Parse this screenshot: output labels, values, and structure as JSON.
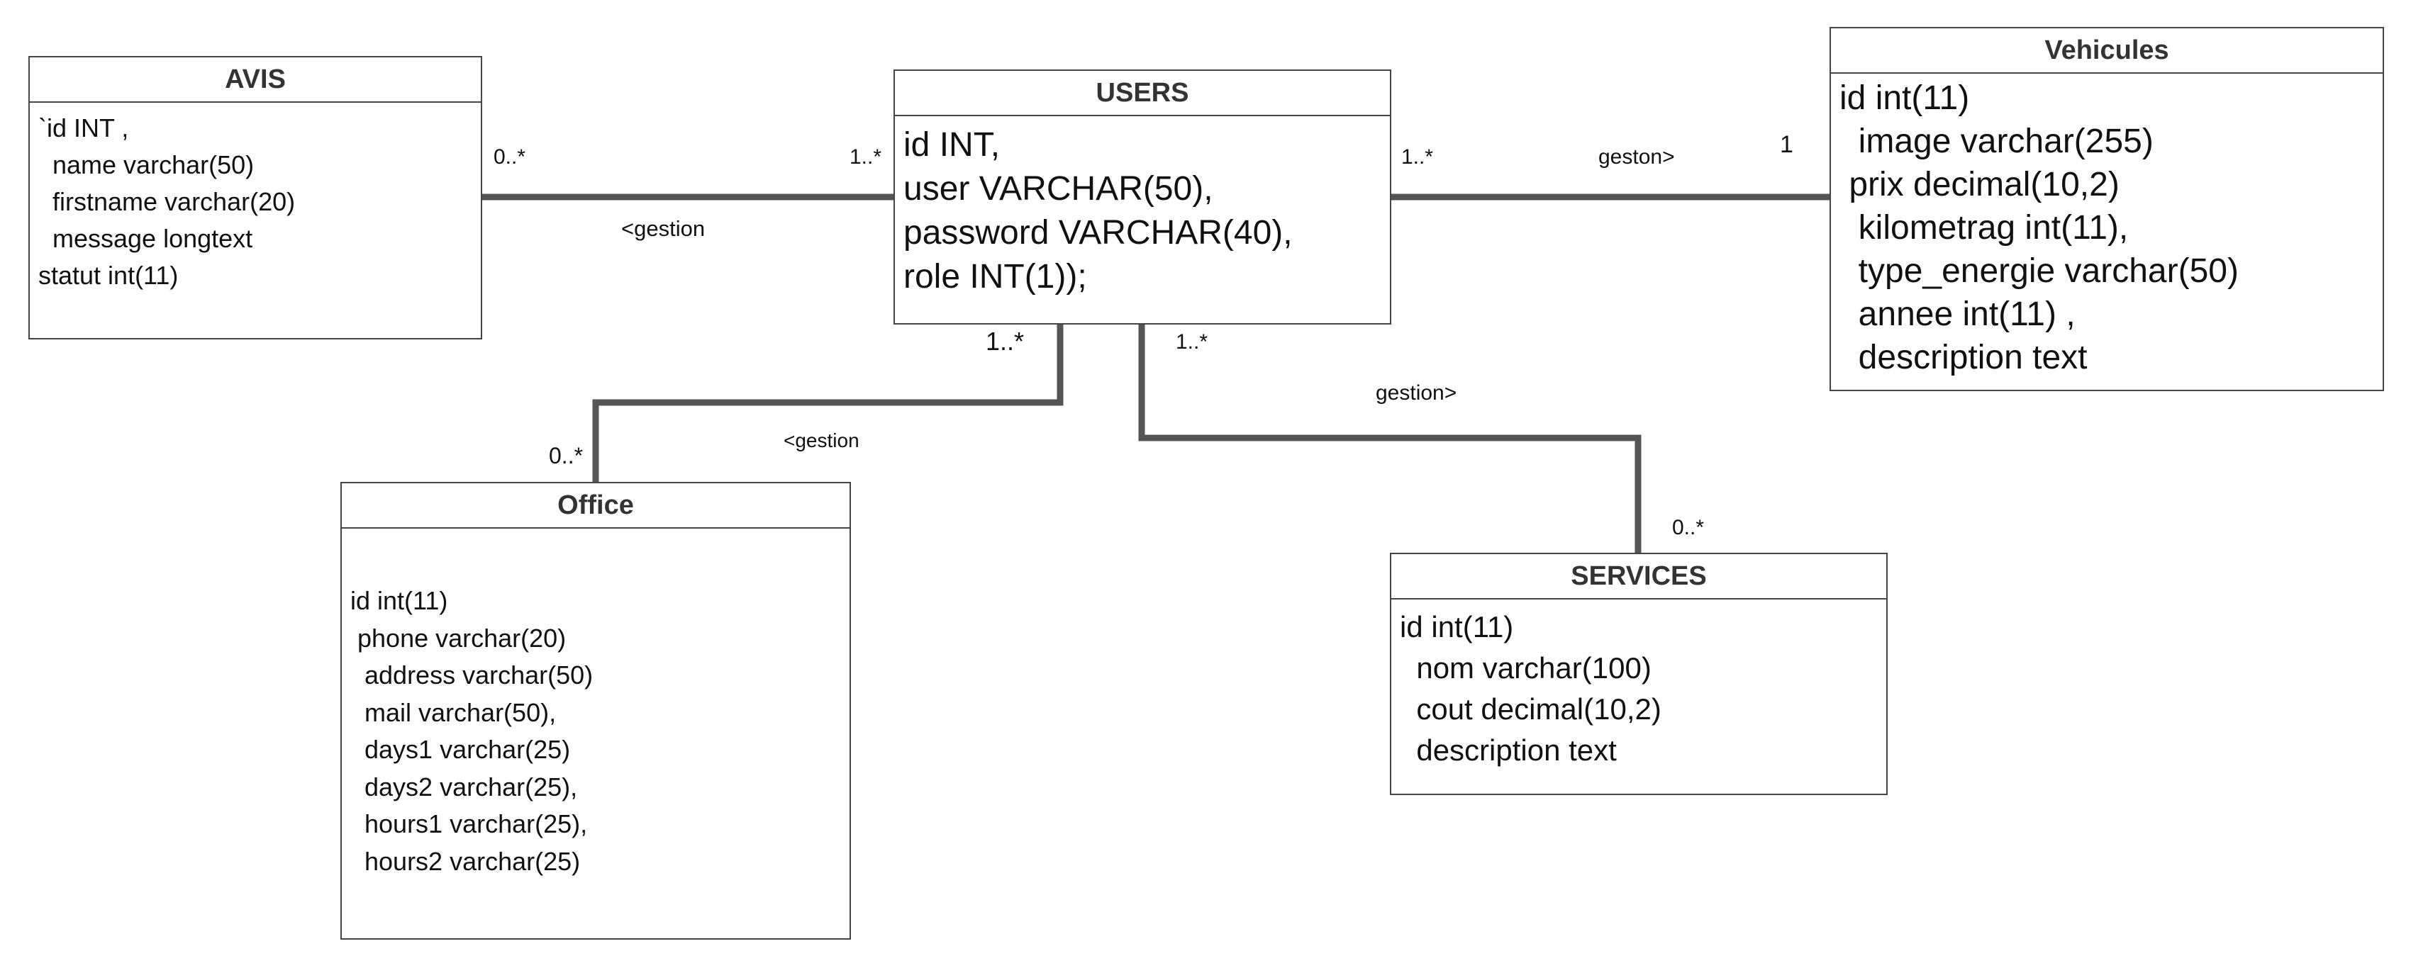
{
  "entities": {
    "avis": {
      "title": "AVIS",
      "fields": [
        "`id INT ,",
        "  name varchar(50)",
        "  firstname varchar(20)",
        "  message longtext",
        "statut int(11)"
      ]
    },
    "users": {
      "title": "USERS",
      "fields": [
        "id INT,",
        "user VARCHAR(50),",
        "password VARCHAR(40),",
        "role INT(1));"
      ]
    },
    "vehicules": {
      "title": "Vehicules",
      "fields": [
        "id int(11)",
        "  image varchar(255)",
        " prix decimal(10,2)",
        "  kilometrag int(11),",
        "  type_energie varchar(50)",
        "  annee int(11) ,",
        "  description text"
      ]
    },
    "office": {
      "title": "Office",
      "fields": [
        "id int(11)",
        " phone varchar(20)",
        "  address varchar(50)",
        "  mail varchar(50),",
        "  days1 varchar(25)",
        "  days2 varchar(25),",
        "  hours1 varchar(25),",
        "  hours2 varchar(25)"
      ]
    },
    "services": {
      "title": "SERVICES",
      "fields": [
        "id int(11)",
        "  nom varchar(100)",
        "  cout decimal(10,2)",
        "  description text"
      ]
    }
  },
  "relations": {
    "avis_users": {
      "role": "<gestion",
      "mult_avis": "0..*",
      "mult_users": "1..*"
    },
    "users_vehicules": {
      "role": "geston>",
      "mult_users": "1..*",
      "mult_vehicules": "1"
    },
    "users_office": {
      "role": "<gestion",
      "mult_users": "1..*",
      "mult_office": "0..*"
    },
    "users_services": {
      "role": "gestion>",
      "mult_users": "1..*",
      "mult_services": "0..*"
    }
  },
  "colors": {
    "connector": "#555555",
    "border": "#444444"
  }
}
